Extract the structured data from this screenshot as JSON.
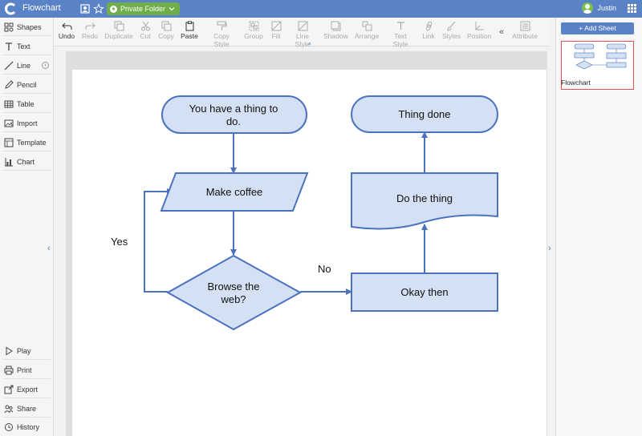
{
  "app": {
    "title": "Flowchart",
    "folder": "Private Folder",
    "user": "Justin"
  },
  "sidebar": {
    "top_items": [
      {
        "label": "Shapes",
        "icon": "shapes-icon"
      },
      {
        "label": "Text",
        "icon": "text-icon"
      },
      {
        "label": "Line",
        "icon": "line-icon"
      },
      {
        "label": "Pencil",
        "icon": "pencil-icon"
      },
      {
        "label": "Table",
        "icon": "table-icon"
      },
      {
        "label": "Import",
        "icon": "image-icon"
      },
      {
        "label": "Template",
        "icon": "template-icon"
      },
      {
        "label": "Chart",
        "icon": "chart-icon"
      }
    ],
    "bottom_items": [
      {
        "label": "Play",
        "icon": "play-icon"
      },
      {
        "label": "Print",
        "icon": "print-icon"
      },
      {
        "label": "Export",
        "icon": "export-icon"
      },
      {
        "label": "Share",
        "icon": "share-icon"
      },
      {
        "label": "History",
        "icon": "history-icon"
      }
    ]
  },
  "toolbar": {
    "items": [
      {
        "label": "Undo",
        "enabled": true
      },
      {
        "label": "Redo",
        "enabled": false
      },
      {
        "label": "Duplicate",
        "enabled": false
      },
      {
        "label": "Cut",
        "enabled": false
      },
      {
        "label": "Copy",
        "enabled": false
      },
      {
        "label": "Paste",
        "enabled": true
      },
      {
        "label": "Copy Style",
        "enabled": false
      },
      {
        "label": "Group",
        "enabled": false
      },
      {
        "label": "Fill",
        "enabled": false
      },
      {
        "label": "Line Style",
        "enabled": false
      },
      {
        "label": "Shadow",
        "enabled": false
      },
      {
        "label": "Arrange",
        "enabled": false
      },
      {
        "label": "Text Style",
        "enabled": false
      },
      {
        "label": "Link",
        "enabled": false
      },
      {
        "label": "Styles",
        "enabled": false
      },
      {
        "label": "Position",
        "enabled": false
      },
      {
        "label": "Attribute",
        "enabled": false
      }
    ],
    "collapse_glyph": "«"
  },
  "sheets": {
    "add_label": "+ Add Sheet",
    "items": [
      {
        "name": "Flowchart"
      }
    ]
  },
  "flowchart": {
    "nodes": {
      "start": "You have a thing to do.",
      "coffee": "Make coffee",
      "browse": "Browse the web?",
      "okay": "Okay then",
      "doit": "Do the thing",
      "done": "Thing done"
    },
    "labels": {
      "yes": "Yes",
      "no": "No"
    },
    "colors": {
      "fill": "#d4e0f4",
      "stroke": "#4a72be"
    }
  }
}
